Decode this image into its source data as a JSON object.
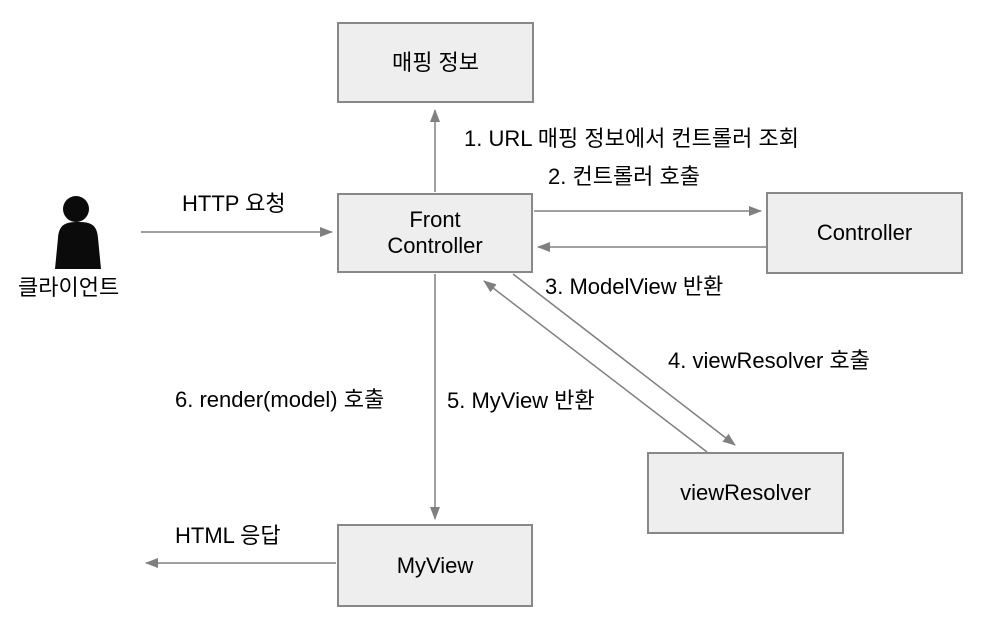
{
  "diagram": {
    "title_implicit": "FrontController pattern flow",
    "boxes": {
      "mapping": {
        "label": "매핑 정보"
      },
      "front": {
        "label": "Front\nController"
      },
      "controller": {
        "label": "Controller"
      },
      "view_resolver": {
        "label": "viewResolver"
      },
      "my_view": {
        "label": "MyView"
      }
    },
    "labels": {
      "step1": "1. URL 매핑 정보에서 컨트롤러 조회",
      "step2": "2. 컨트롤러 호출",
      "step3": "3. ModelView 반환",
      "step4": "4. viewResolver 호출",
      "step5": "5. MyView 반환",
      "step6": "6. render(model) 호출",
      "http_request": "HTTP 요청",
      "html_response": "HTML 응답",
      "client": "클라이언트"
    },
    "colors": {
      "box_fill": "#eeeeee",
      "box_border": "#888888",
      "arrow": "#808080",
      "text": "#000000",
      "person": "#0b0b0b"
    }
  }
}
